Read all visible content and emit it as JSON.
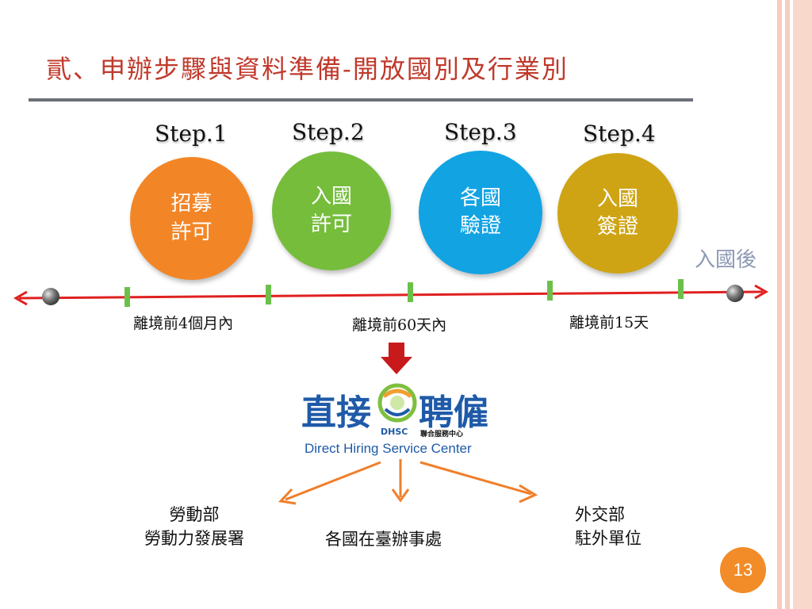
{
  "title": "貳、申辦步驟與資料準備-開放國別及行業別",
  "steps": [
    {
      "label": "Step.1",
      "line1": "招募",
      "line2": "許可",
      "color": "#f28627"
    },
    {
      "label": "Step.2",
      "line1": "入國",
      "line2": "許可",
      "color": "#76bd3c"
    },
    {
      "label": "Step.3",
      "line1": "各國",
      "line2": "驗證",
      "color": "#12a3e3"
    },
    {
      "label": "Step.4",
      "line1": "入國",
      "line2": "簽證",
      "color": "#cfa414"
    }
  ],
  "after_entry": "入國後",
  "timeline": {
    "label1": "離境前4個月內",
    "label2": "離境前60天內",
    "label3": "離境前15天"
  },
  "logo": {
    "text_left": "直接",
    "text_right": "聘僱",
    "abbr": "DHSC",
    "center_name": "聯合服務中心",
    "english": "Direct Hiring Service Center"
  },
  "agencies": {
    "left_line1": "勞動部",
    "left_line2": "勞動力發展署",
    "middle": "各國在臺辦事處",
    "right_line1": "外交部",
    "right_line2": "駐外單位"
  },
  "page_number": "13",
  "colors": {
    "title": "#c0392b",
    "timeline": "#e02020",
    "tick": "#6cc04a",
    "arrow_orange": "#f07f2a",
    "arrow_red": "#c8191b",
    "logo_blue": "#1f5aa8"
  }
}
